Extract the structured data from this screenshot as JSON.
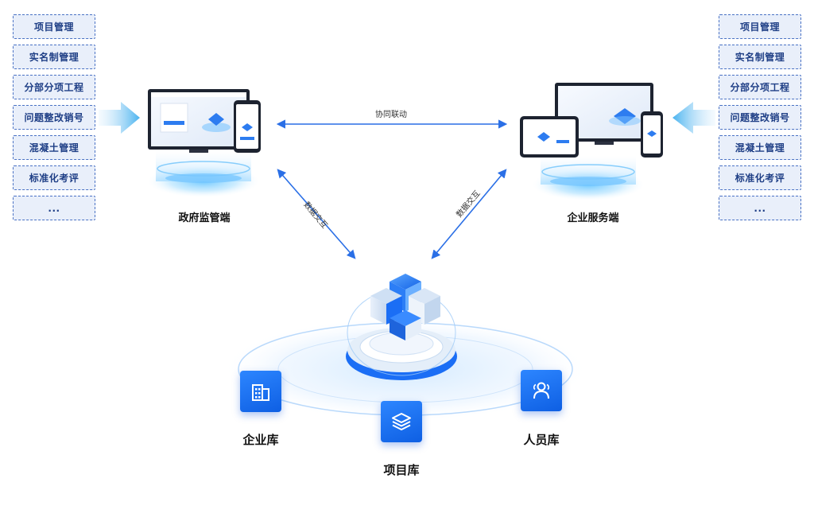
{
  "left_menu": {
    "items": [
      "项目管理",
      "实名制管理",
      "分部分项工程",
      "问题整改销号",
      "混凝土管理",
      "标准化考评",
      "..."
    ]
  },
  "right_menu": {
    "items": [
      "项目管理",
      "实名制管理",
      "分部分项工程",
      "问题整改销号",
      "混凝土管理",
      "标准化考评",
      "..."
    ]
  },
  "nodes": {
    "gov": {
      "label": "政府监管端"
    },
    "enterprise": {
      "label": "企业服务端"
    },
    "hub": {
      "enterprise_db": "企业库",
      "project_db": "项目库",
      "personnel_db": "人员库"
    }
  },
  "links": {
    "collab": "协同联动",
    "data_left": "数据交互",
    "data_right": "数据交互"
  },
  "colors": {
    "accent": "#1b6ef5",
    "arrow": "#2a6fe6",
    "menu_border": "#4a72c4",
    "menu_bg": "#e9effa"
  },
  "icons": {
    "enterprise_db": "building-icon",
    "project_db": "layers-icon",
    "personnel_db": "people-icon"
  }
}
